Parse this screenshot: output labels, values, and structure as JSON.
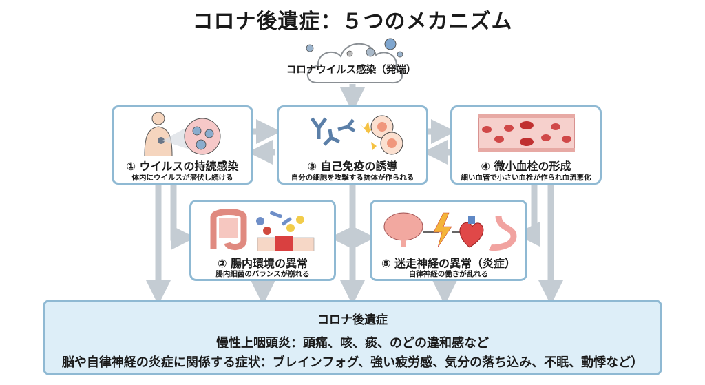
{
  "title": "コロナ後遺症：５つのメカニズム",
  "origin": {
    "label": "コロナウイルス感染（発端）",
    "icon": "virus-cloud-icon"
  },
  "mechanisms": [
    {
      "number": "①",
      "title": "① ウイルスの持続感染",
      "desc": "体内にウイルスが潜伏し続ける",
      "icon": "body-virus-icon"
    },
    {
      "number": "②",
      "title": "② 腸内環境の異常",
      "desc": "腸内細菌のバランスが崩れる",
      "icon": "intestine-bacteria-icon"
    },
    {
      "number": "③",
      "title": "③ 自己免疫の誘導",
      "desc": "自分の細胞を攻撃する抗体が作られる",
      "icon": "antibody-cell-icon"
    },
    {
      "number": "④",
      "title": "④ 微小血栓の形成",
      "desc": "細い血管で小さい血栓が作られ血流悪化",
      "icon": "blood-vessel-clot-icon"
    },
    {
      "number": "⑤",
      "title": "⑤ 迷走神経の異常（炎症）",
      "desc": "自律神経の働きが乱れる",
      "icon": "brain-heart-stomach-icon"
    }
  ],
  "outcome": {
    "heading": "コロナ後遺症",
    "line1": "慢性上咽頭炎：頭痛、咳、痰、のどの違和感など",
    "line2": "脳や自律神経の炎症に関係する症状：ブレインフォグ、強い疲労感、気分の落ち込み、不眠、動悸など）"
  },
  "colors": {
    "box_border": "#8fb9d3",
    "outcome_bg": "#ddeef8",
    "arrow": "#c4ccd3"
  }
}
